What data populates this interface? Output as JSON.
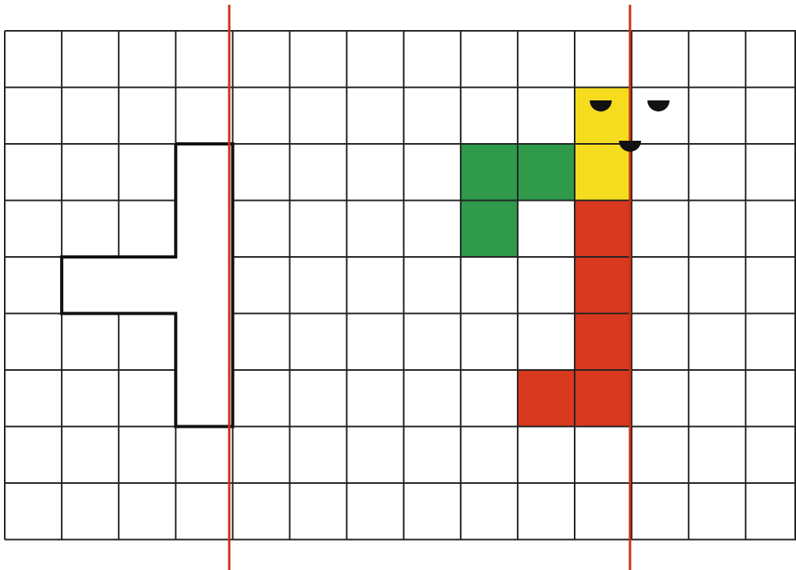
{
  "grid": {
    "columns": 14,
    "rows": 9,
    "line_color": "#222222",
    "background_color": "#ffffff"
  },
  "colors": {
    "red_divider": "#cc3311",
    "green": "#2e9a4a",
    "yellow": "#f5dc1e",
    "red": "#d9391e",
    "outline": "#111111",
    "mark": "#111111"
  },
  "colored_cells": [
    {
      "name": "green-cell",
      "color": "green",
      "col": 8,
      "row": 2
    },
    {
      "name": "green-cell",
      "color": "green",
      "col": 9,
      "row": 2
    },
    {
      "name": "green-cell",
      "color": "green",
      "col": 8,
      "row": 3
    },
    {
      "name": "yellow-cell",
      "color": "yellow",
      "col": 10,
      "row": 1
    },
    {
      "name": "yellow-cell",
      "color": "yellow",
      "col": 10,
      "row": 2
    },
    {
      "name": "red-cell",
      "color": "red",
      "col": 10,
      "row": 3
    },
    {
      "name": "red-cell",
      "color": "red",
      "col": 10,
      "row": 4
    },
    {
      "name": "red-cell",
      "color": "red",
      "col": 10,
      "row": 5
    },
    {
      "name": "red-cell",
      "color": "red",
      "col": 10,
      "row": 6
    },
    {
      "name": "red-cell",
      "color": "red",
      "col": 9,
      "row": 6
    }
  ],
  "outlined_shape": {
    "cells": [
      {
        "col": 3,
        "row": 2
      },
      {
        "col": 3,
        "row": 3
      },
      {
        "col": 3,
        "row": 4
      },
      {
        "col": 3,
        "row": 5
      },
      {
        "col": 3,
        "row": 6
      },
      {
        "col": 1,
        "row": 4
      },
      {
        "col": 2,
        "row": 4
      }
    ]
  },
  "marks": [
    {
      "name": "half-circle-mark"
    },
    {
      "name": "half-circle-mark"
    },
    {
      "name": "half-circle-mark"
    }
  ]
}
